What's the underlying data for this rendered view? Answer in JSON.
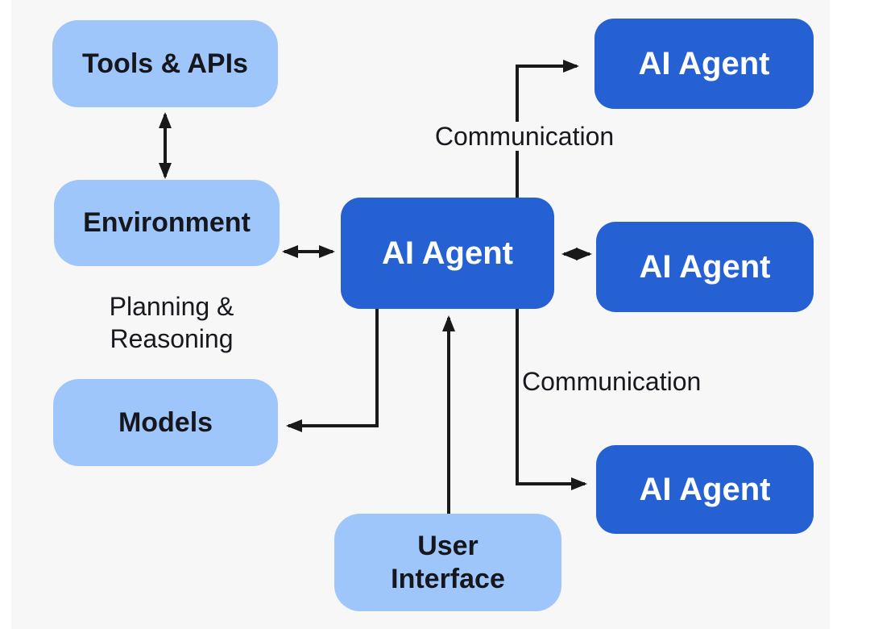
{
  "figure": {
    "title": "AI Agent architecture diagram",
    "colors": {
      "page_background": "#ffffff",
      "panel_background": "#f7f7f8",
      "component_box": "#9fc6fa",
      "agent_box": "#2561d2",
      "dark_text": "#15171c",
      "light_text": "#ffffff",
      "arrow": "#191919"
    }
  },
  "nodes": {
    "tools_apis": {
      "label": "Tools & APIs"
    },
    "environment": {
      "label": "Environment"
    },
    "models": {
      "label": "Models"
    },
    "user_interface": {
      "label": "User Interface"
    },
    "agent_central": {
      "label": "AI Agent"
    },
    "agent_top": {
      "label": "AI Agent"
    },
    "agent_middle": {
      "label": "AI Agent"
    },
    "agent_bottom": {
      "label": "AI Agent"
    }
  },
  "labels": {
    "planning_reasoning": "Planning & Reasoning",
    "communication_top": "Communication",
    "communication_bottom": "Communication"
  },
  "edges": [
    {
      "from": "tools_apis",
      "to": "environment",
      "direction": "bidirectional"
    },
    {
      "from": "environment",
      "to": "agent_central",
      "direction": "bidirectional"
    },
    {
      "from": "agent_central",
      "to": "agent_middle",
      "direction": "bidirectional"
    },
    {
      "from": "agent_central",
      "to": "agent_top",
      "direction": "forward",
      "label": "Communication"
    },
    {
      "from": "agent_central",
      "to": "agent_bottom",
      "direction": "forward",
      "label": "Communication"
    },
    {
      "from": "agent_central",
      "to": "models",
      "direction": "forward"
    },
    {
      "from": "user_interface",
      "to": "agent_central",
      "direction": "forward"
    }
  ]
}
